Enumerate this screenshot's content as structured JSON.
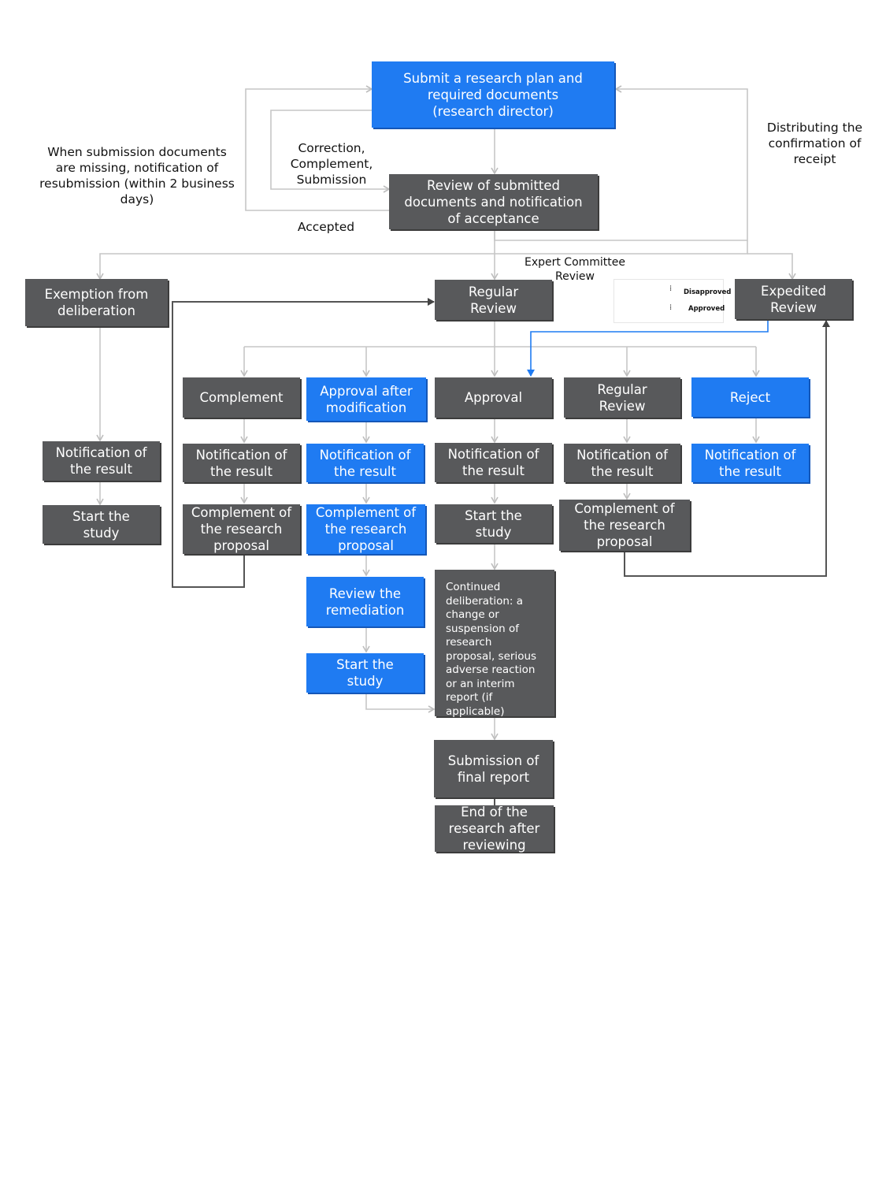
{
  "nodes": {
    "submit": "Submit a research plan and required documents (research director)",
    "review_submitted": "Review of submitted documents and notification of acceptance",
    "exemption": "Exemption from deliberation",
    "regular_review_top": "Regular Review",
    "expedited": "Expedited Review",
    "complement": "Complement",
    "approval_after_mod": "Approval after modification",
    "approval": "Approval",
    "regular_review_mid": "Regular Review",
    "reject": "Reject",
    "notif_exempt": "Notification of the result",
    "notif_complement": "Notification of the result",
    "notif_approval_mod": "Notification of the result",
    "notif_approval": "Notification of the result",
    "notif_regular": "Notification of the result",
    "notif_reject": "Notification of the result",
    "start_exempt": "Start the study",
    "complement_proposal_1": "Complement of the research proposal",
    "complement_proposal_2": "Complement of the research proposal",
    "start_approval": "Start the study",
    "complement_proposal_3": "Complement of the research proposal",
    "review_remediation": "Review the remediation",
    "start_remediation": "Start the study",
    "continued": "Continued deliberation: a change or suspension of research proposal, serious adverse reaction or an interim report (if applicable)",
    "final_report": "Submission of final report",
    "end_research": "End of the research after reviewing"
  },
  "notes": {
    "missing_docs": "When submission documents are missing, notification of resubmission (within 2 business days)",
    "correction": "Correction, Complement, Submission",
    "accepted": "Accepted",
    "distributing": "Distributing the confirmation of receipt",
    "expert_committee": "Expert Committee Review"
  },
  "legend": {
    "disapproved": "Disapproved",
    "approved": "Approved"
  },
  "colors": {
    "dark_box": "#58595b",
    "blue_box": "#1f7bf2",
    "light_connector": "#c6c6c6",
    "dark_connector": "#555555",
    "blue_connector": "#1f7bf2"
  }
}
